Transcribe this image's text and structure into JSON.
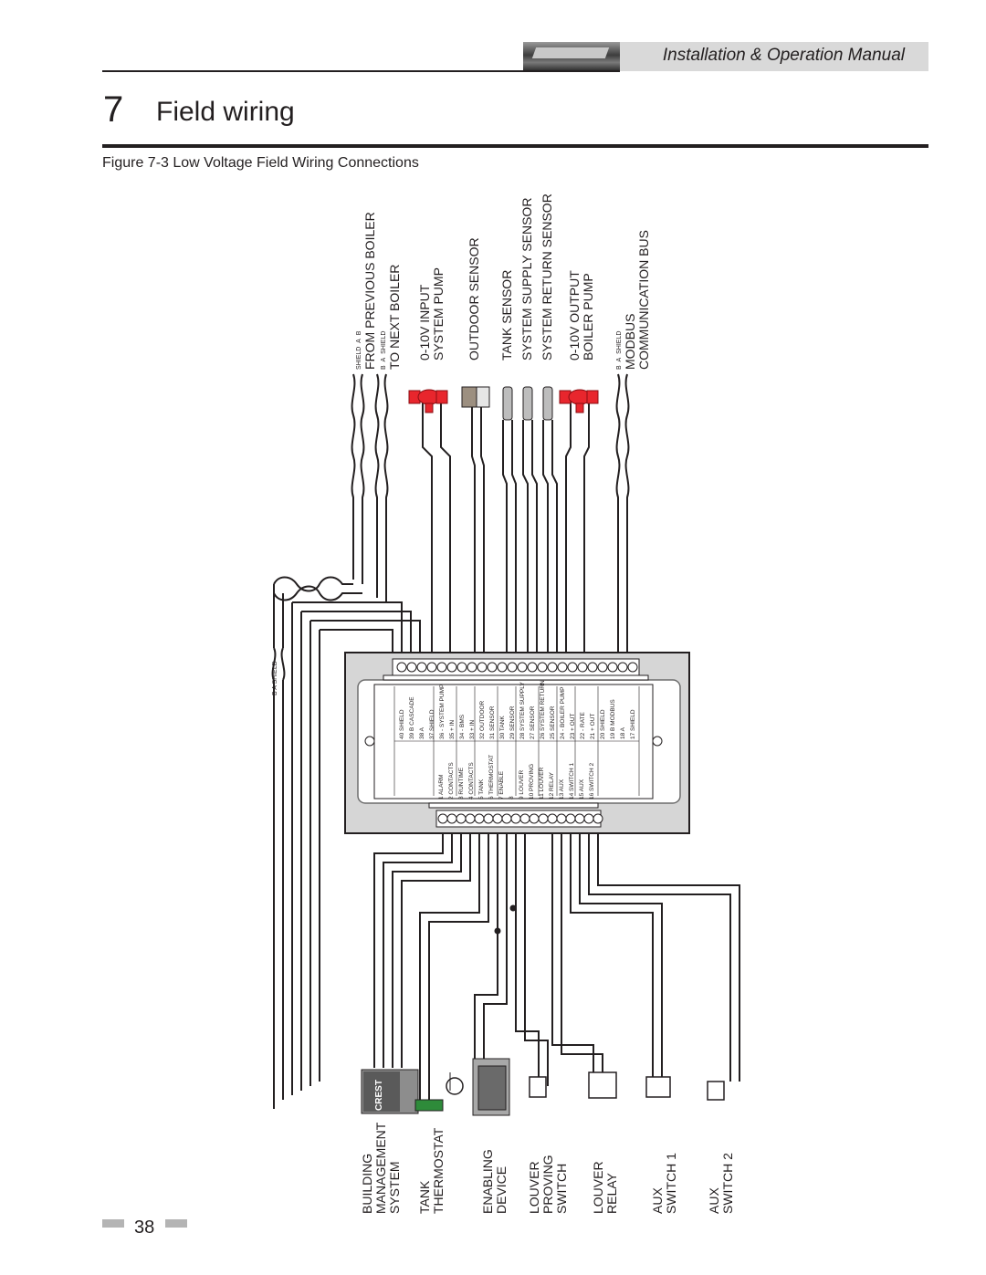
{
  "header": {
    "manual_title": "Installation & Operation Manual"
  },
  "section": {
    "number": "7",
    "title": "Field wiring"
  },
  "figure": {
    "caption": "Figure 7-3  Low Voltage Field Wiring Connections"
  },
  "top_labels": [
    {
      "lines": [
        "FROM PREVIOUS BOILER"
      ],
      "small": [
        "SHIELD",
        "A",
        "B"
      ]
    },
    {
      "lines": [
        "TO NEXT BOILER"
      ],
      "small": [
        "B",
        "A",
        "SHIELD"
      ]
    },
    {
      "lines": [
        "0-10V INPUT",
        "SYSTEM PUMP"
      ]
    },
    {
      "lines": [
        "OUTDOOR SENSOR"
      ]
    },
    {
      "lines": [
        "TANK SENSOR"
      ]
    },
    {
      "lines": [
        "SYSTEM SUPPLY SENSOR"
      ]
    },
    {
      "lines": [
        "SYSTEM RETURN SENSOR"
      ]
    },
    {
      "lines": [
        "0-10V OUTPUT",
        "BOILER PUMP"
      ]
    },
    {
      "lines": [
        "MODBUS",
        "COMMUNICATION BUS"
      ],
      "small": [
        "B",
        "A",
        "SHIELD"
      ]
    }
  ],
  "left_bus_label": [
    "B",
    "A",
    "SHIELD"
  ],
  "upper_terminals": [
    "40 SHIELD",
    "39 B   CASCADE",
    "38 A",
    "37 SHIELD",
    "36 - SYSTEM PUMP",
    "35 +   IN",
    "34 -   BMS",
    "33 +   IN",
    "32   OUTDOOR",
    "31   SENSOR",
    "30   TANK",
    "29   SENSOR",
    "28 SYSTEM SUPPLY",
    "27   SENSOR",
    "26 SYSTEM RETURN",
    "25   SENSOR",
    "24 - BOILER PUMP",
    "23 +   OUT",
    "22 -   RATE",
    "21 +   OUT",
    "20 SHIELD",
    "19 B   MODBUS",
    "18 A",
    "17 SHIELD"
  ],
  "lower_terminals": [
    "1   ALARM",
    "2   CONTACTS",
    "3   RUNTIME",
    "4   CONTACTS",
    "5   TANK",
    "6   THERMOSTAT",
    "7   ENABLE",
    "8",
    "9   LOUVER",
    "10 PROVING",
    "11 LOUVER",
    "12 RELAY",
    "13 AUX",
    "14 SWITCH 1",
    "15 AUX",
    "16 SWITCH 2"
  ],
  "bottom_labels": [
    {
      "lines": [
        "BUILDING",
        "MANAGEMENT",
        "SYSTEM"
      ]
    },
    {
      "lines": [
        "TANK",
        "THERMOSTAT"
      ]
    },
    {
      "lines": [
        "ENABLING",
        "DEVICE"
      ]
    },
    {
      "lines": [
        "LOUVER",
        "PROVING",
        "SWITCH"
      ]
    },
    {
      "lines": [
        "LOUVER",
        "RELAY"
      ]
    },
    {
      "lines": [
        "AUX",
        "SWITCH 1"
      ]
    },
    {
      "lines": [
        "AUX",
        "SWITCH 2"
      ]
    }
  ],
  "bms_device_text": "CREST",
  "page_number": "38",
  "colors": {
    "pump_red": "#e8262d",
    "panel_gray": "#d6d6d6",
    "rule": "#231f20",
    "header_box": "#d9d9d9"
  },
  "icons": [
    "pump-icon",
    "outdoor-sensor-icon",
    "sensor-probe-icon",
    "thermostat-icon",
    "relay-icon",
    "switch-icon"
  ]
}
